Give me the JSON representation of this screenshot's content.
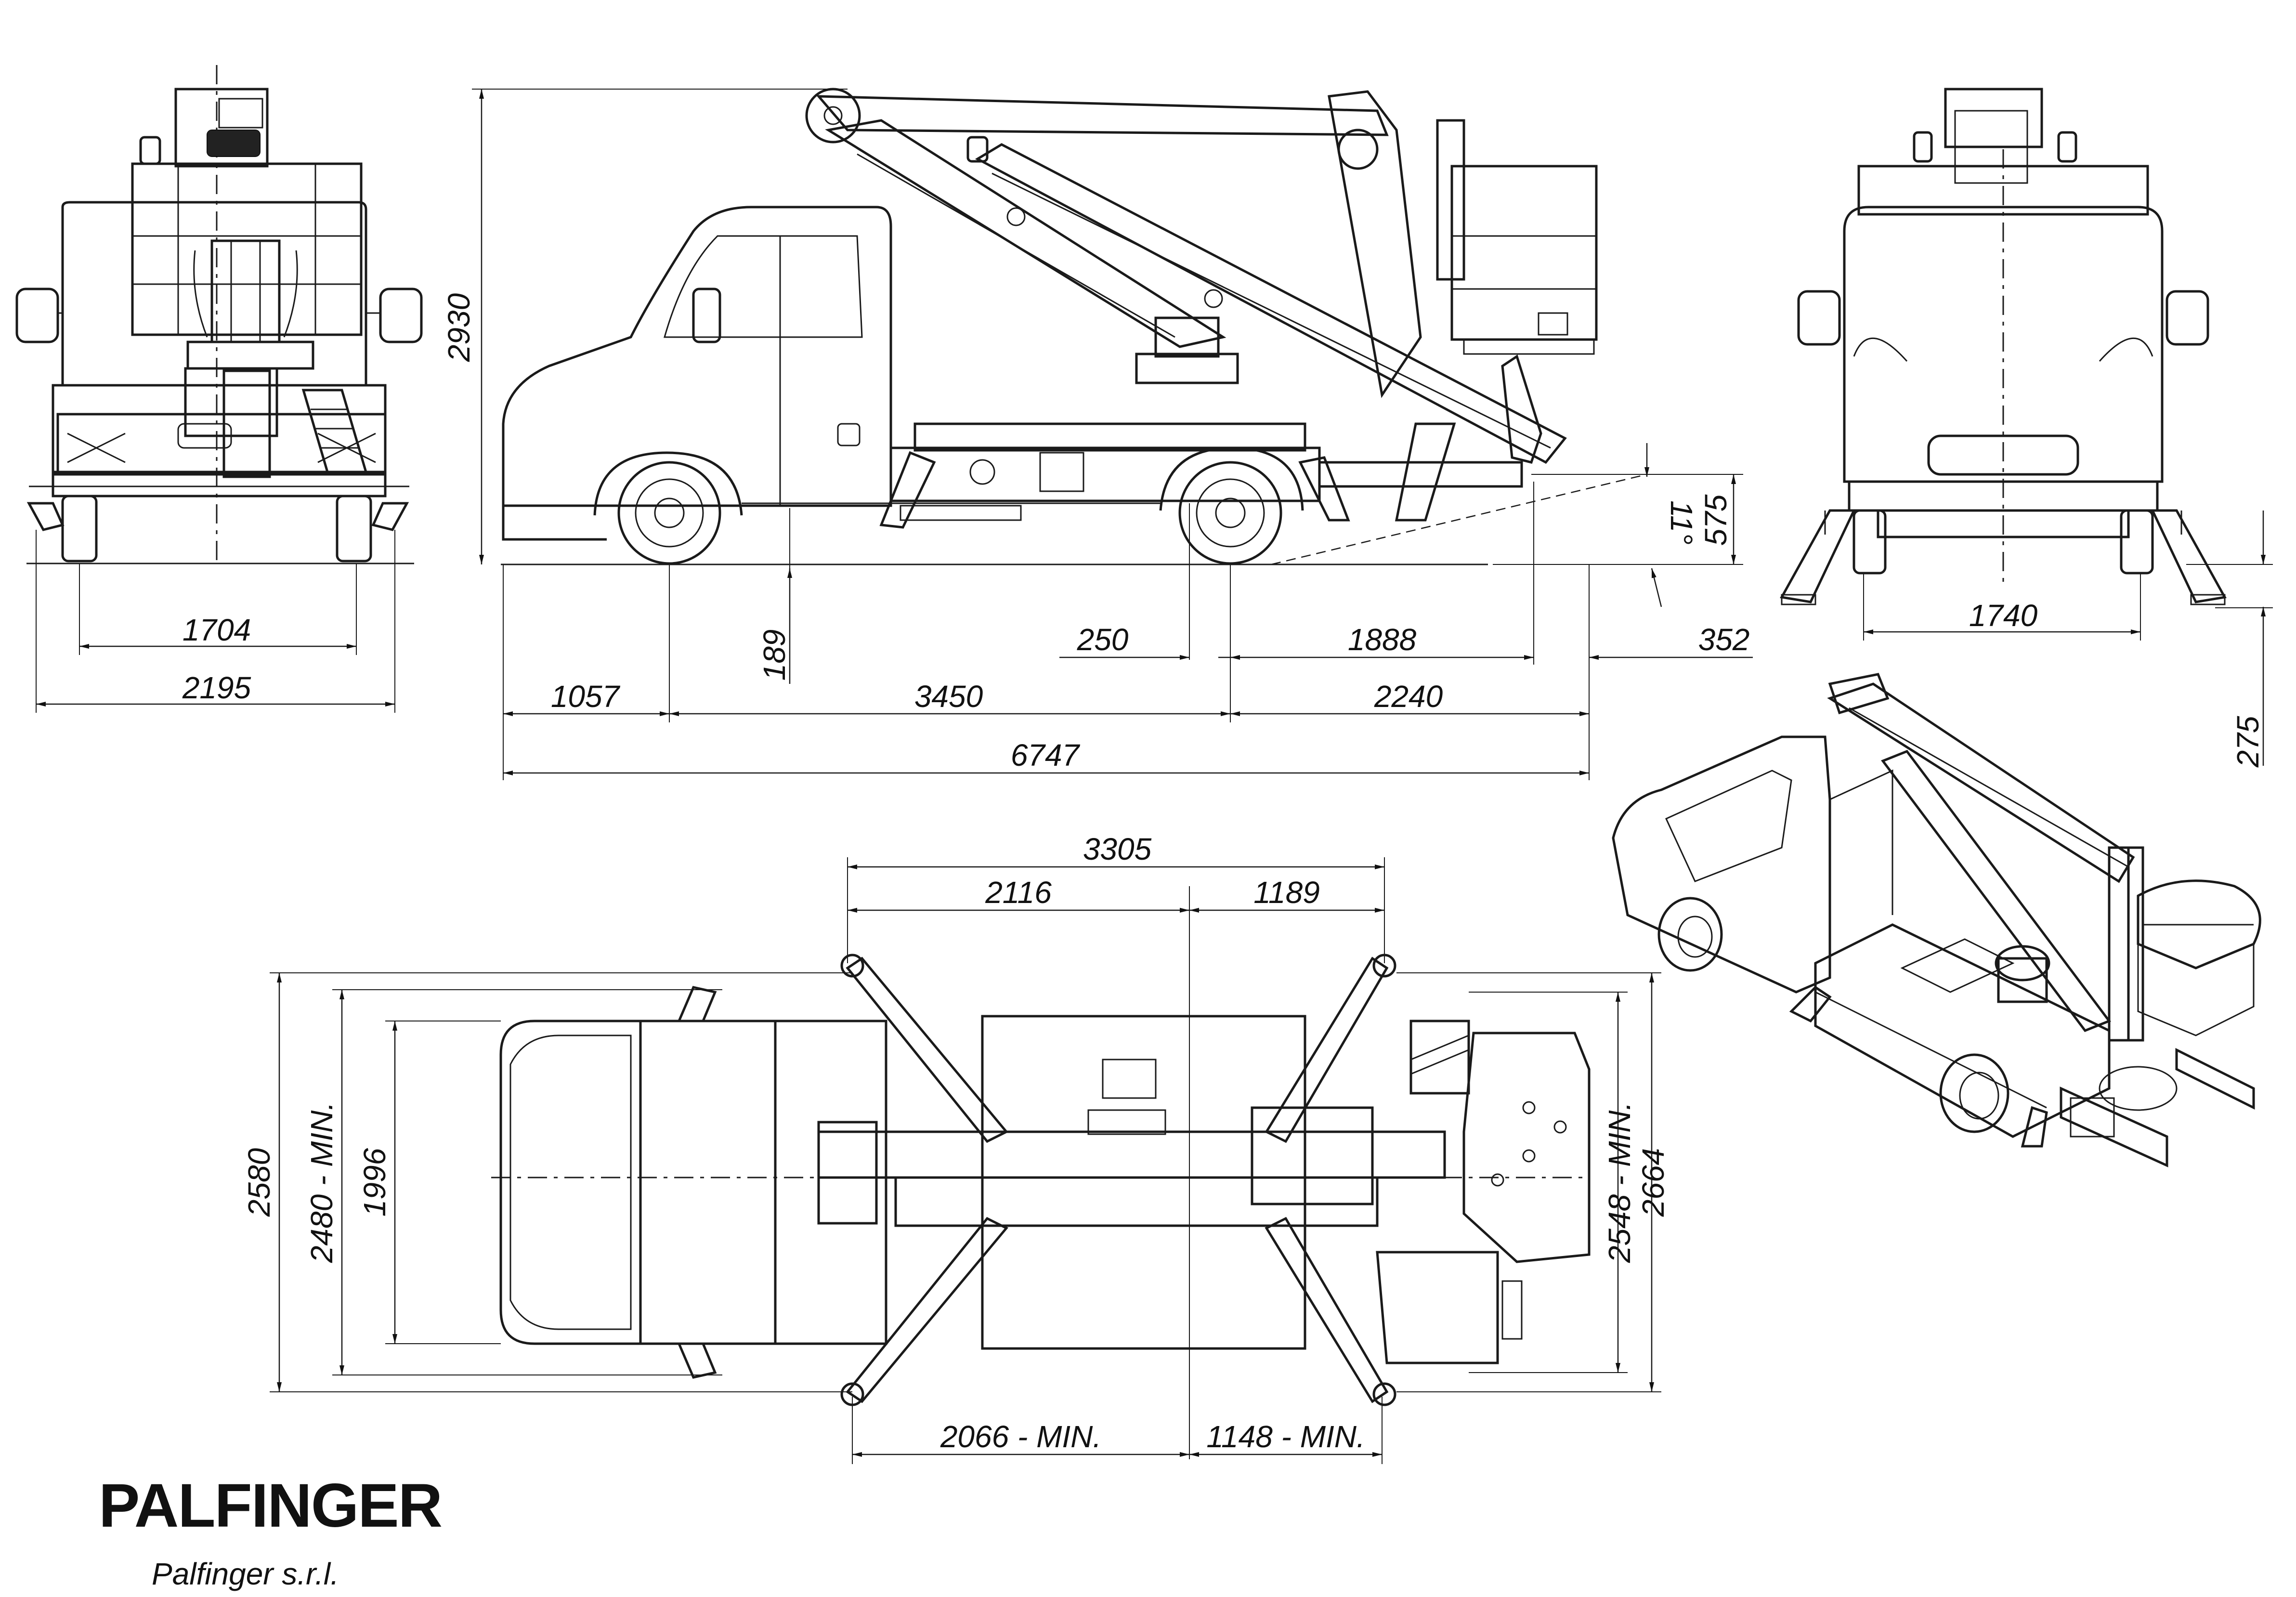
{
  "brand": {
    "logo": "PALFINGER",
    "company": "Palfinger s.r.l."
  },
  "views": {
    "front": {
      "dims": {
        "track_width": "1704",
        "overall_width": "2195"
      }
    },
    "side": {
      "dims": {
        "height": "2930",
        "outrigger_clearance": "575",
        "angle": "11°",
        "ground_clearance": "189",
        "offset_250": "250",
        "outrigger_rear": "1888",
        "overhang_rear": "352",
        "front_overhang": "1057",
        "wheelbase": "3450",
        "rear_overhang": "2240",
        "overall_length": "6747"
      }
    },
    "rear": {
      "dims": {
        "track_width": "1740",
        "step_height": "275"
      }
    },
    "top": {
      "dims": {
        "outrigger_span": "3305",
        "outrigger_front": "2116",
        "outrigger_rear": "1189",
        "width_overall": "2580",
        "stab_min": "2480 - MIN.",
        "cab_width": "1996",
        "rear_stab_min": "2548 - MIN.",
        "rear_stab_max": "2664",
        "front_min": "2066 - MIN.",
        "rear_min": "1148 - MIN."
      }
    }
  }
}
